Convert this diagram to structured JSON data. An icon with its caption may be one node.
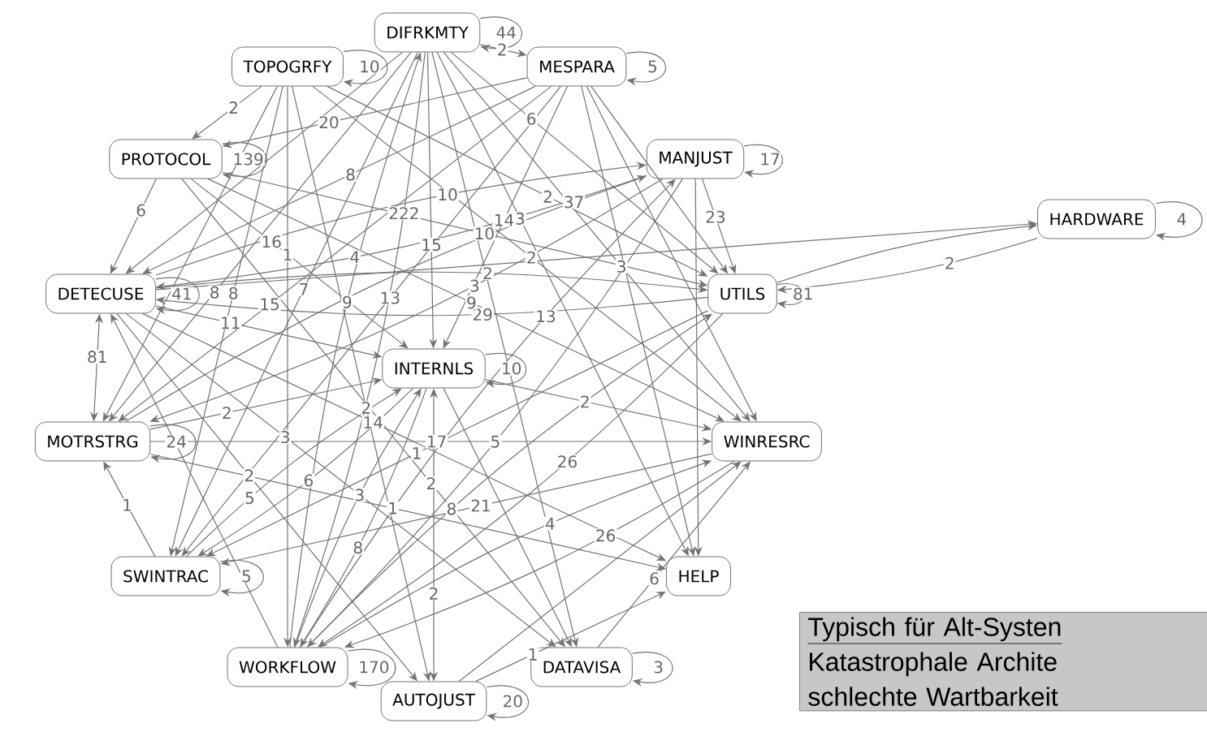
{
  "diagram": {
    "nodes": [
      {
        "text": [
          "DIFRKMTY"
        ]
      },
      {
        "text": [
          "TOPOGRFY"
        ]
      },
      {
        "text": [
          "MESPARA"
        ]
      },
      {
        "text": [
          "PROTOCOL"
        ]
      },
      {
        "text": [
          "MANJUST"
        ]
      },
      {
        "text": [
          "HARDWARE"
        ]
      },
      {
        "text": [
          "DETECUSE"
        ]
      },
      {
        "text": [
          "UTILS"
        ]
      },
      {
        "text": [
          "INTERNLS"
        ]
      },
      {
        "text": [
          "MOTRSTRG"
        ]
      },
      {
        "text": [
          "WINRESRC"
        ]
      },
      {
        "text": [
          "SWINTRAC"
        ]
      },
      {
        "text": [
          "HELP"
        ]
      },
      {
        "text": [
          "WORKFLOW"
        ]
      },
      {
        "text": [
          "DATAVISA"
        ]
      },
      {
        "text": [
          "AUTOJUST"
        ]
      },
      {
        "text": [
          "Typisch für Alt-Systen",
          "Katastrophale Archite",
          "schlechte Wartbarkeit"
        ]
      }
    ],
    "edges": [
      {
        "from": 0,
        "to": 0,
        "arrow": "to",
        "label": "44"
      },
      {
        "from": 1,
        "to": 1,
        "arrow": "to",
        "label": "10"
      },
      {
        "from": 2,
        "to": 2,
        "arrow": "to",
        "label": "5"
      },
      {
        "from": 3,
        "to": 3,
        "arrow": "to",
        "label": "139"
      },
      {
        "from": 4,
        "to": 4,
        "arrow": "to",
        "label": "17"
      },
      {
        "from": 5,
        "to": 5,
        "arrow": "to",
        "label": "4"
      },
      {
        "from": 6,
        "to": 6,
        "arrow": "to",
        "label": "41"
      },
      {
        "from": 7,
        "to": 7,
        "arrow": "to",
        "label": "81"
      },
      {
        "from": 8,
        "to": 8,
        "arrow": "to",
        "label": "10"
      },
      {
        "from": 9,
        "to": 9,
        "arrow": "to",
        "label": "24"
      },
      {
        "from": 11,
        "to": 11,
        "arrow": "to",
        "label": "5"
      },
      {
        "from": 13,
        "to": 13,
        "arrow": "to",
        "label": "170"
      },
      {
        "from": 15,
        "to": 15,
        "arrow": "to",
        "label": "20"
      },
      {
        "from": 14,
        "to": 14,
        "arrow": "to",
        "label": "3"
      },
      {
        "from": 0,
        "to": 2,
        "arrow": "to",
        "label": "2"
      },
      {
        "from": 1,
        "to": 3,
        "arrow": "to",
        "label": "2"
      },
      {
        "from": 3,
        "to": 6,
        "arrow": "to",
        "label": "6"
      },
      {
        "from": 2,
        "to": 3,
        "arrow": "to",
        "label": "20"
      },
      {
        "from": 1,
        "to": 7,
        "arrow": "to",
        "label": "2"
      },
      {
        "from": 1,
        "to": 10,
        "arrow": "to",
        "label": "2"
      },
      {
        "from": 1,
        "to": 11,
        "arrow": "to",
        "label": "8"
      },
      {
        "from": 3,
        "to": 8,
        "arrow": "to",
        "label": "16"
      },
      {
        "from": 1,
        "to": 13,
        "arrow": "to",
        "label": "1"
      },
      {
        "from": 6,
        "to": 4,
        "arrow": "to",
        "label": "10"
      },
      {
        "from": 1,
        "to": 15,
        "arrow": "to",
        "label": "2"
      },
      {
        "from": 0,
        "to": 11,
        "arrow": "to",
        "label": "7"
      },
      {
        "from": 0,
        "to": 13,
        "arrow": "to",
        "label": "222"
      },
      {
        "from": 0,
        "to": 12,
        "arrow": "to",
        "label": "3"
      },
      {
        "from": 2,
        "to": 9,
        "arrow": "to",
        "label": "15"
      },
      {
        "from": 0,
        "to": 10,
        "arrow": "to",
        "label": "3"
      },
      {
        "from": 2,
        "to": 8,
        "arrow": "to",
        "label": "14"
      },
      {
        "from": 9,
        "to": 4,
        "arrow": "to",
        "label": "37"
      },
      {
        "from": 4,
        "to": 9,
        "arrow": "to",
        "label": "3"
      },
      {
        "from": 0,
        "to": 7,
        "arrow": "to",
        "label": "6"
      },
      {
        "from": 6,
        "to": 7,
        "arrow": "to",
        "label": "2"
      },
      {
        "from": 3,
        "to": 7,
        "arrow": "to",
        "label": "10"
      },
      {
        "from": 2,
        "to": 6,
        "arrow": "to",
        "label": "8"
      },
      {
        "from": 7,
        "to": 6,
        "arrow": "to",
        "label": "29"
      },
      {
        "from": 6,
        "to": 8,
        "arrow": "to",
        "label": "11"
      },
      {
        "from": 0,
        "to": 8,
        "arrow": "to",
        "label": "15"
      },
      {
        "from": 13,
        "to": 0,
        "arrow": "to",
        "label": "9"
      },
      {
        "from": 3,
        "to": 10,
        "arrow": "to",
        "label": "9"
      },
      {
        "from": 6,
        "to": 15,
        "arrow": "to",
        "label": "2"
      },
      {
        "from": 6,
        "to": 14,
        "arrow": "to",
        "label": "3"
      },
      {
        "from": 11,
        "to": 8,
        "arrow": "to",
        "label": "5"
      },
      {
        "from": 4,
        "to": 6,
        "arrow": "to",
        "label": "4"
      },
      {
        "from": 13,
        "to": 4,
        "arrow": "to",
        "label": "13"
      },
      {
        "from": 2,
        "to": 11,
        "arrow": "to",
        "label": "13"
      },
      {
        "from": 6,
        "to": 9,
        "arrow": "both",
        "label": "81"
      },
      {
        "from": 9,
        "to": 8,
        "arrow": "to",
        "label": "2"
      },
      {
        "from": 0,
        "to": 9,
        "arrow": "to",
        "label": "8"
      },
      {
        "from": 13,
        "to": 8,
        "arrow": "to",
        "label": "3"
      },
      {
        "from": 8,
        "to": 11,
        "arrow": "to",
        "label": "6"
      },
      {
        "from": 8,
        "to": 10,
        "arrow": "to",
        "label": "2"
      },
      {
        "from": 13,
        "to": 7,
        "arrow": "to",
        "label": "8"
      },
      {
        "from": 15,
        "to": 8,
        "arrow": "both",
        "label": "2"
      },
      {
        "from": 8,
        "to": 13,
        "arrow": "to",
        "label": "8"
      },
      {
        "from": 4,
        "to": 13,
        "arrow": "to",
        "label": "5"
      },
      {
        "from": 9,
        "to": 12,
        "arrow": "to",
        "label": "1"
      },
      {
        "from": 7,
        "to": 13,
        "arrow": "to",
        "label": "26"
      },
      {
        "from": 10,
        "to": 13,
        "arrow": "to",
        "label": "26"
      },
      {
        "from": 3,
        "to": 14,
        "arrow": "to",
        "label": "2"
      },
      {
        "from": 7,
        "to": 11,
        "arrow": "to",
        "label": "1"
      },
      {
        "from": 9,
        "to": 10,
        "arrow": "to",
        "label": "17"
      },
      {
        "from": 6,
        "to": 12,
        "arrow": "to",
        "label": "14"
      },
      {
        "from": 14,
        "to": 10,
        "arrow": "to",
        "label": "6"
      },
      {
        "from": 15,
        "to": 12,
        "arrow": "to",
        "label": "1"
      },
      {
        "from": 13,
        "to": 10,
        "arrow": "to",
        "label": "4"
      },
      {
        "from": 11,
        "to": 9,
        "arrow": "to",
        "label": "1"
      },
      {
        "from": 10,
        "to": 11,
        "arrow": "to",
        "label": "21"
      },
      {
        "from": 4,
        "to": 7,
        "arrow": "to",
        "label": "23"
      },
      {
        "from": 5,
        "to": 7,
        "arrow": "to",
        "label": "2"
      },
      {
        "from": 7,
        "to": 5,
        "arrow": "to"
      },
      {
        "from": 6,
        "to": 5,
        "arrow": "to"
      },
      {
        "from": 4,
        "to": 12,
        "arrow": "to"
      },
      {
        "from": 2,
        "to": 12,
        "arrow": "to"
      },
      {
        "from": 2,
        "to": 7,
        "arrow": "to"
      },
      {
        "from": 2,
        "to": 10,
        "arrow": "to"
      },
      {
        "from": 0,
        "to": 14,
        "arrow": "to"
      },
      {
        "from": 8,
        "to": 14,
        "arrow": "to"
      },
      {
        "from": 15,
        "to": 10,
        "arrow": "to"
      },
      {
        "from": 13,
        "to": 6,
        "arrow": "to"
      },
      {
        "from": 1,
        "to": 9,
        "arrow": "to"
      },
      {
        "from": 0,
        "to": 6,
        "arrow": "to"
      }
    ]
  }
}
